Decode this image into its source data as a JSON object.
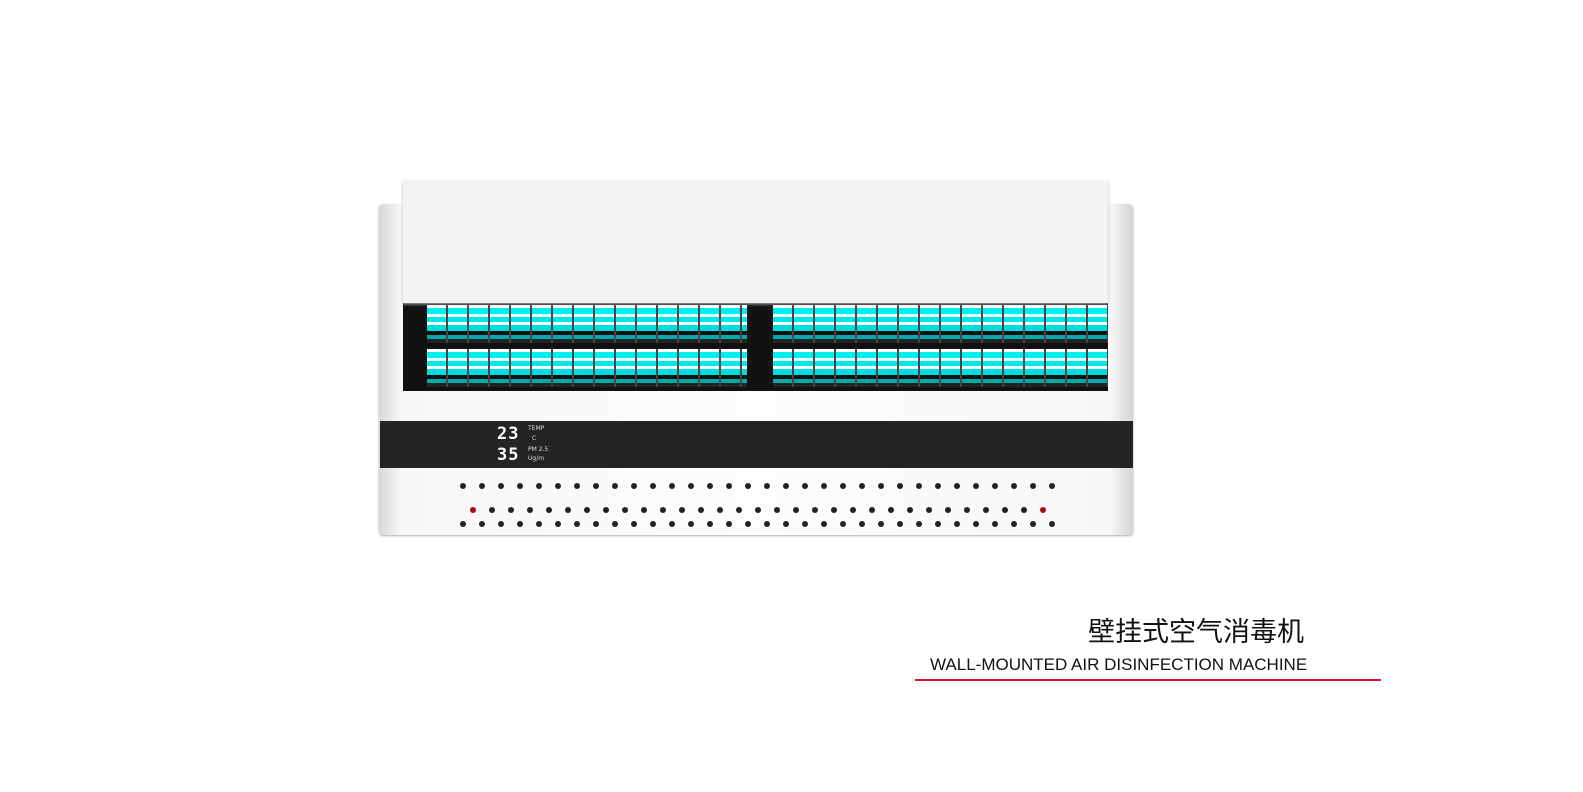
{
  "display": {
    "temp_value": "23",
    "temp_label": "TEMP",
    "temp_unit": "C",
    "pm_value": "35",
    "pm_label": "PM 2.5",
    "pm_unit": "Ug/m"
  },
  "caption": {
    "title_cn": "壁挂式空气消毒机",
    "title_en": "WALL-MOUNTED AIR DISINFECTION MACHINE"
  },
  "colors": {
    "accent": "#e0102a",
    "uv": "#00f0f0"
  }
}
